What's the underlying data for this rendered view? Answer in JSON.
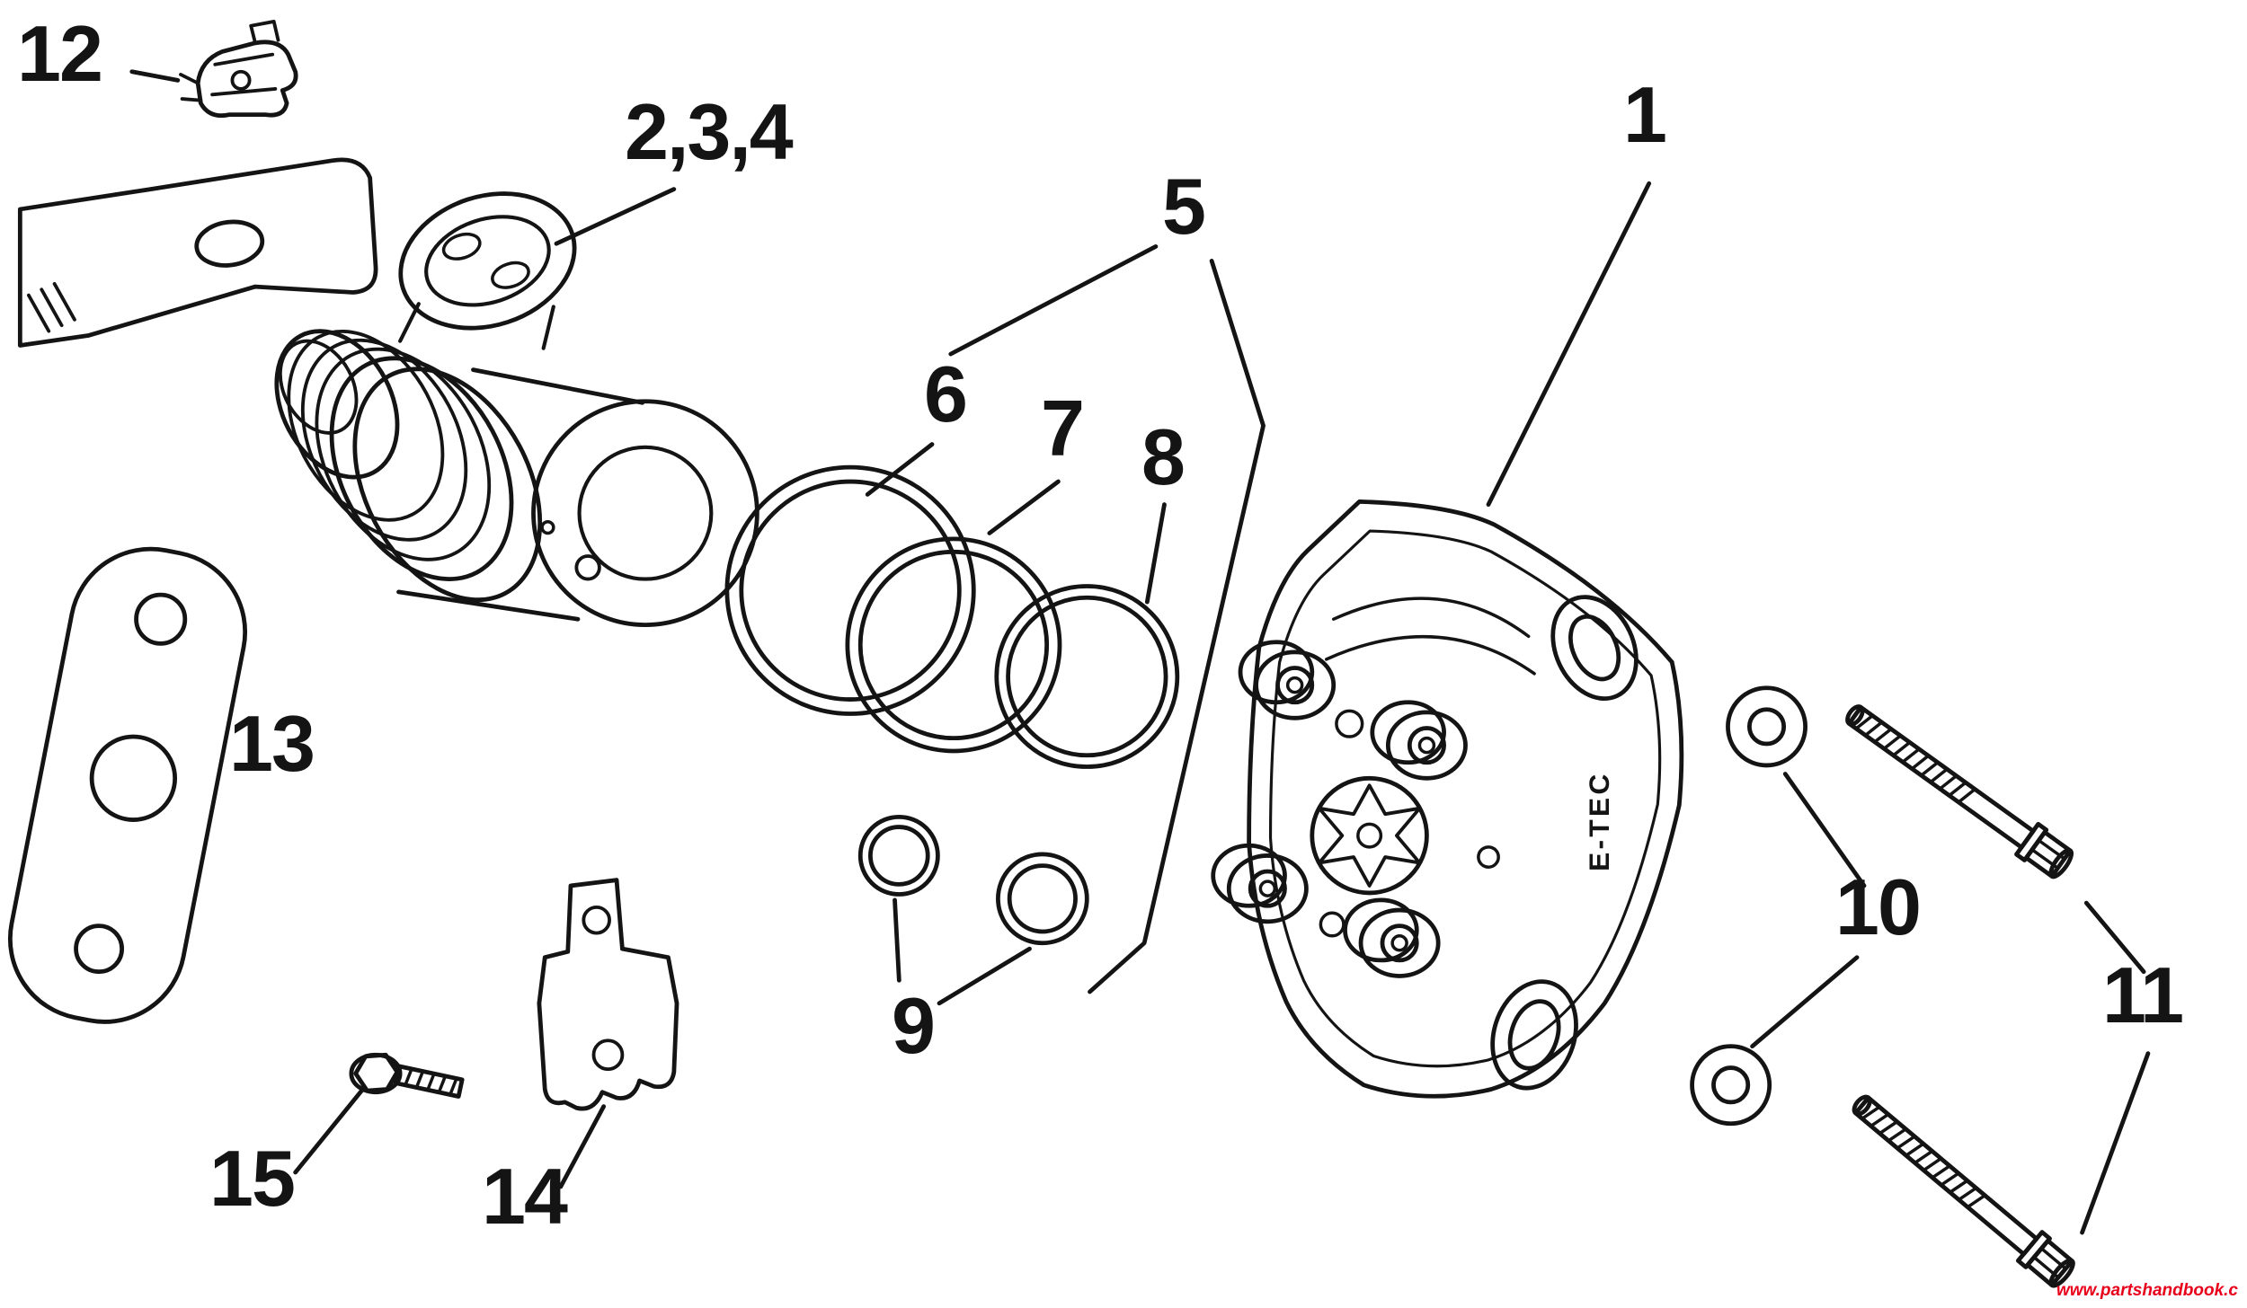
{
  "colors": {
    "ink": "#141414",
    "background": "#ffffff",
    "watermark": "#e8001b"
  },
  "callouts": {
    "c1": "1",
    "c234": "2,3,4",
    "c5": "5",
    "c6": "6",
    "c7": "7",
    "c8": "8",
    "c9": "9",
    "c10": "10",
    "c11": "11",
    "c12": "12",
    "c13": "13",
    "c14": "14",
    "c15": "15"
  },
  "housing": {
    "marking": "E-TEC"
  },
  "watermark": {
    "text": "www.partshandbook.c"
  }
}
